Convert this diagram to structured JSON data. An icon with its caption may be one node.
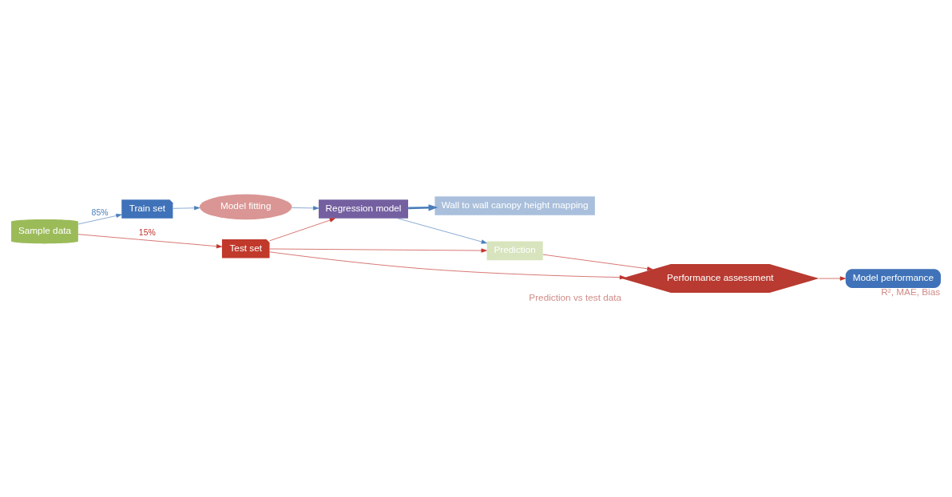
{
  "diagram": {
    "nodes": [
      {
        "text": [
          "Sample data"
        ]
      },
      {
        "text": [
          "Train set"
        ]
      },
      {
        "text": [
          "Model fitting"
        ]
      },
      {
        "text": [
          "Regression model"
        ]
      },
      {
        "text": [
          "Wall to wall canopy height mapping"
        ]
      },
      {
        "text": [
          "Test set"
        ]
      },
      {
        "text": [
          "Prediction"
        ]
      },
      {
        "text": [
          "Performance assessment"
        ],
        "beside": [
          "Prediction vs test data"
        ]
      },
      {
        "text": [
          "Model performance"
        ],
        "beside": [
          "R², MAE, Bias"
        ]
      }
    ],
    "edges": [
      {
        "from": 0,
        "to": 1,
        "arrow": "to",
        "label": "85%",
        "color": "#4a7ebb"
      },
      {
        "from": 1,
        "to": 2,
        "arrow": "to",
        "color": "#4a7ebb"
      },
      {
        "from": 2,
        "to": 3,
        "arrow": "to",
        "color": "#4a7ebb"
      },
      {
        "from": 3,
        "to": 4,
        "arrow": "to",
        "style": "thick",
        "color": "#4a7ebb"
      },
      {
        "from": 3,
        "to": 6,
        "arrow": "to",
        "color": "#4a7ebb"
      },
      {
        "from": 0,
        "to": 5,
        "arrow": "to",
        "label": "15%"
      },
      {
        "from": 5,
        "to": 3,
        "arrow": "to"
      },
      {
        "from": 5,
        "to": 6,
        "arrow": "to"
      },
      {
        "from": 6,
        "to": 7,
        "arrow": "to"
      },
      {
        "from": 5,
        "to": 7,
        "arrow": "to"
      },
      {
        "from": 7,
        "to": 8,
        "arrow": "to"
      }
    ]
  }
}
